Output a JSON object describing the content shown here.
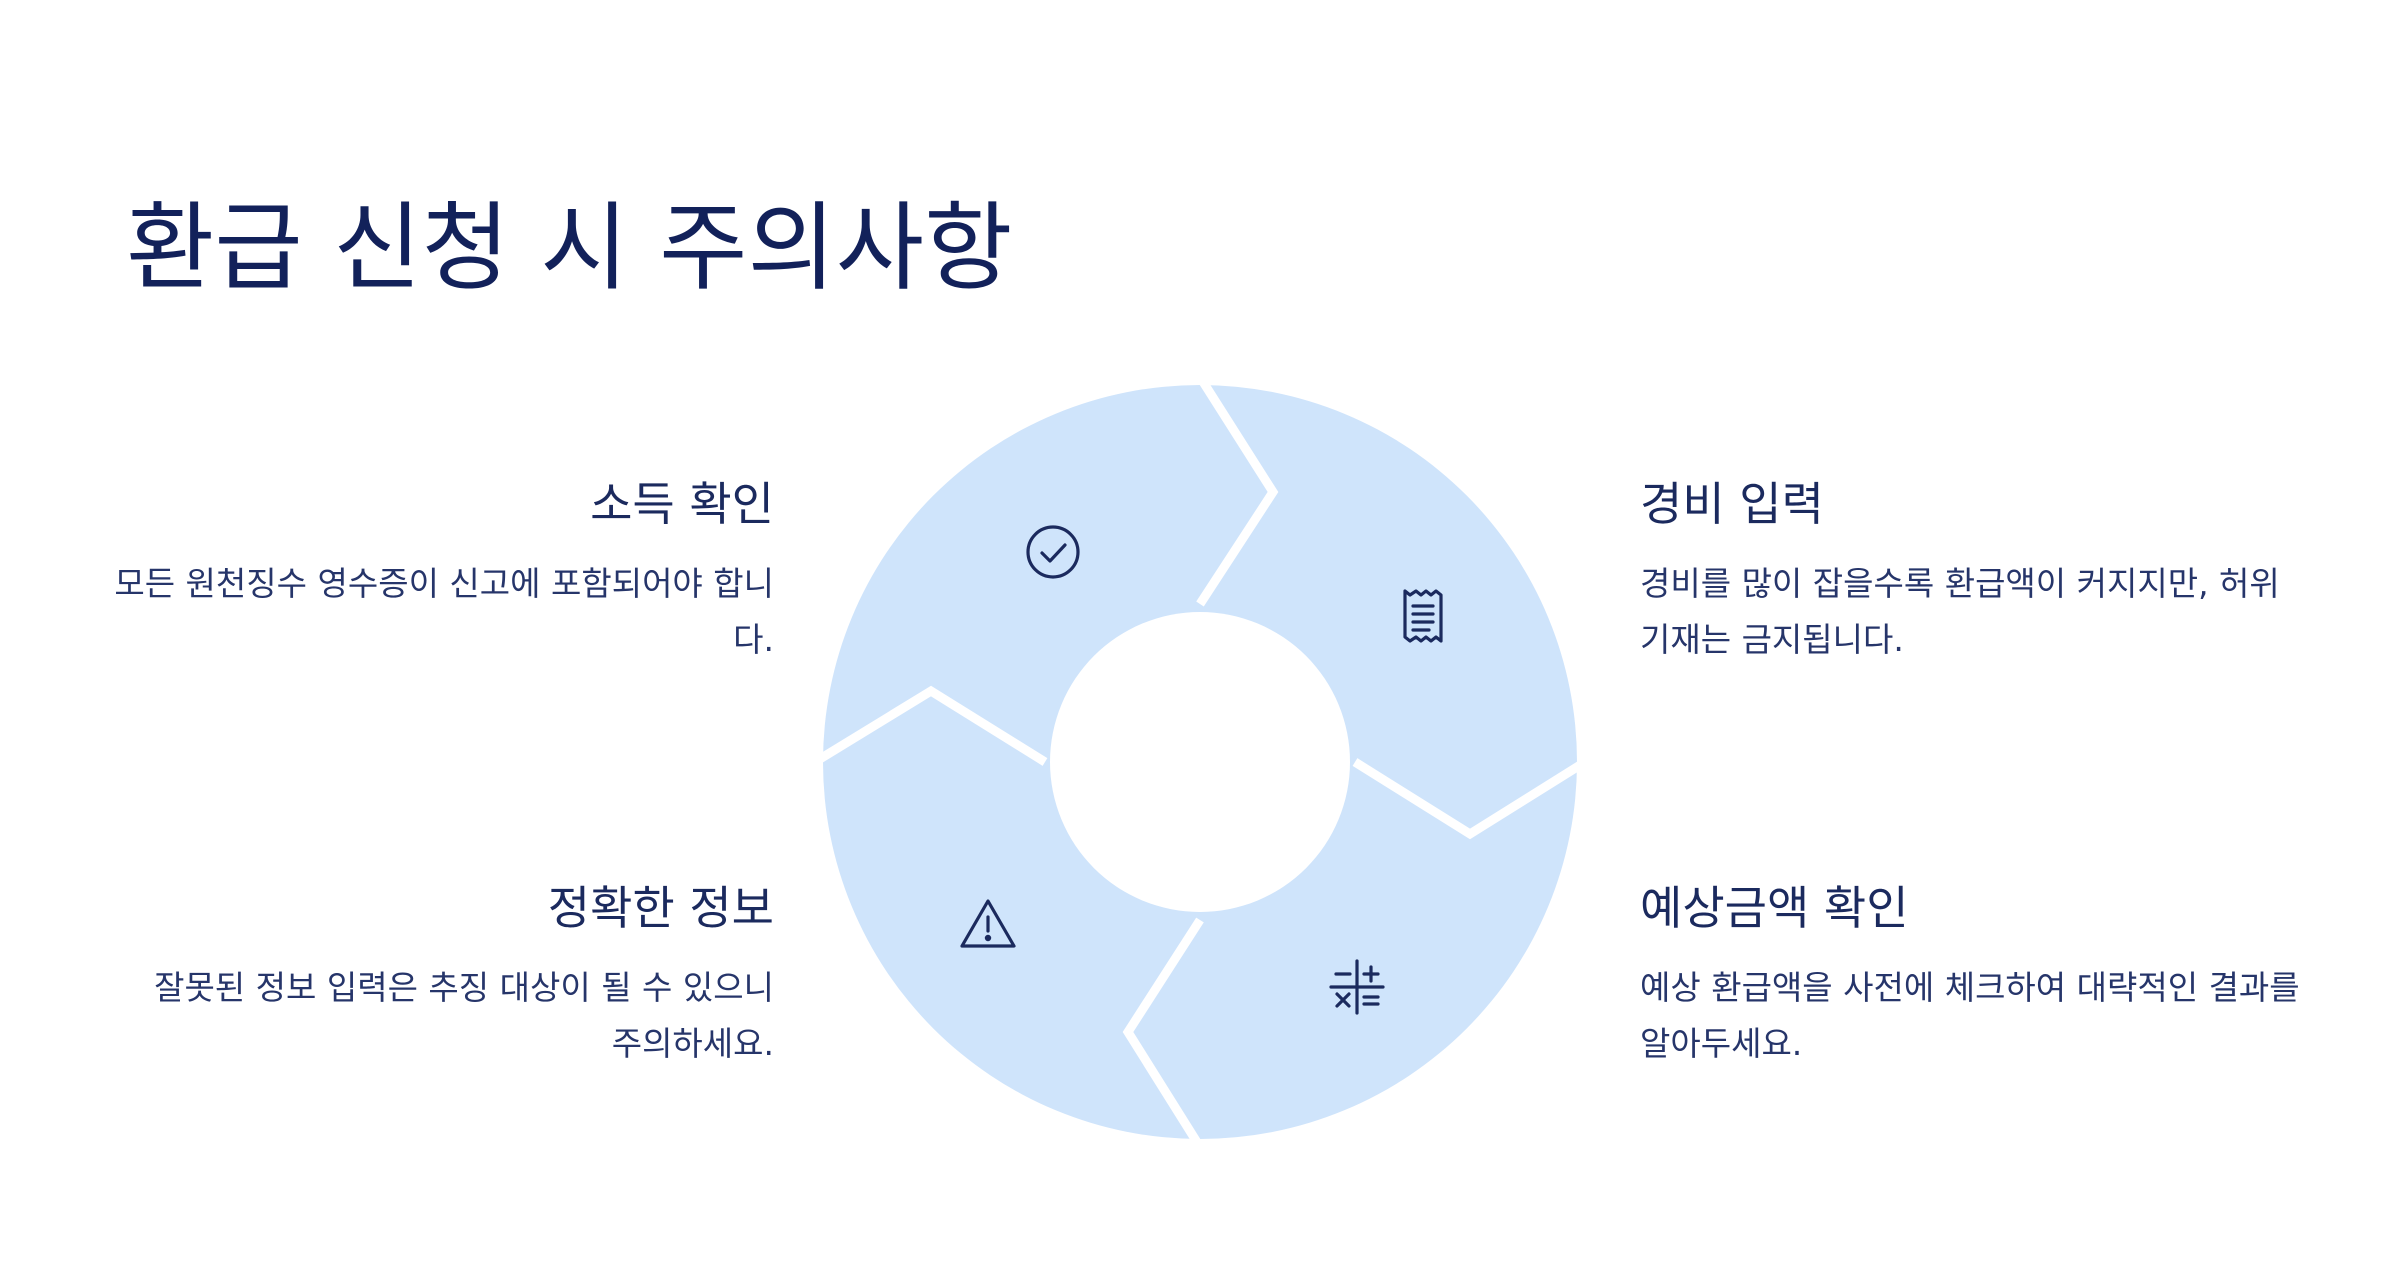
{
  "title": "환급 신청 시 주의사항",
  "segments": [
    {
      "id": "top-left",
      "heading": "소득 확인",
      "description": "모든 원천징수 영수증이 신고에 포함되어야 합니다.",
      "icon": "check-circle-icon"
    },
    {
      "id": "top-right",
      "heading": "경비 입력",
      "description": "경비를 많이 잡을수록 환급액이 커지지만, 허위 기재는 금지됩니다.",
      "icon": "receipt-icon"
    },
    {
      "id": "bottom-left",
      "heading": "정확한 정보",
      "description": "잘못된 정보 입력은 추징 대상이 될 수 있으니 주의하세요.",
      "icon": "warning-icon"
    },
    {
      "id": "bottom-right",
      "heading": "예상금액 확인",
      "description": "예상 환급액을 사전에 체크하여 대략적인 결과를 알아두세요.",
      "icon": "calculator-icon"
    }
  ],
  "colors": {
    "title": "#12215a",
    "text": "#1b2a5e",
    "segment_fill": "#cfe4fb",
    "icon_stroke": "#1b2a5e",
    "background": "#ffffff"
  }
}
